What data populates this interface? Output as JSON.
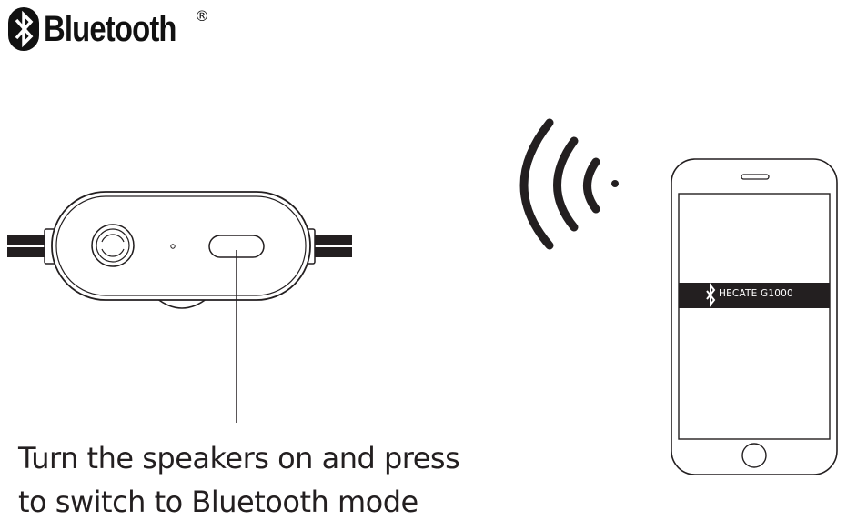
{
  "logo": {
    "icon": "bluetooth-icon",
    "wordmark": "Bluetooth",
    "registered": "®"
  },
  "remote": {
    "elements": [
      "power-ring-button",
      "indicator-led",
      "bluetooth-mode-button",
      "cable-left",
      "cable-right"
    ]
  },
  "signal": {
    "icon": "wireless-signal-icon"
  },
  "phone": {
    "device_list_item": {
      "icon": "bluetooth-icon",
      "name": "HECATE G1000"
    }
  },
  "instruction": {
    "line1": "Turn the speakers on and press",
    "line2": "to switch to Bluetooth mode"
  },
  "colors": {
    "ink": "#231f20",
    "background": "#ffffff",
    "highlight_bar": "#231f20"
  }
}
